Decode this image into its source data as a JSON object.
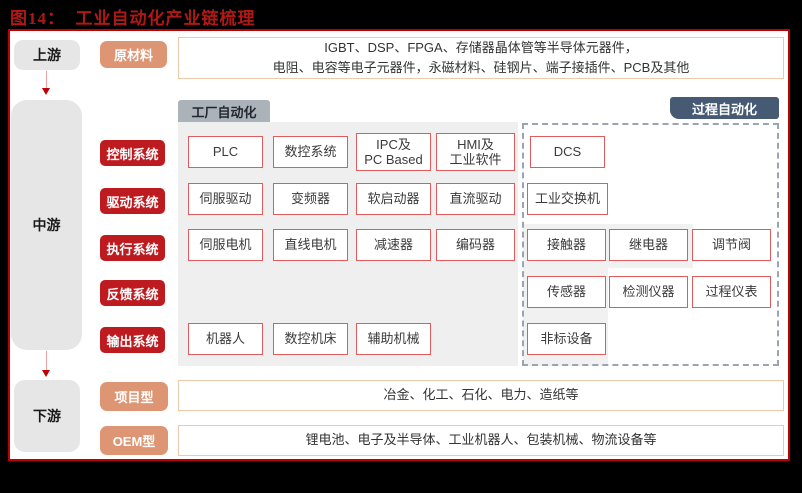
{
  "title": "图14：  工业自动化产业链梳理",
  "stages": {
    "upstream": "上游",
    "midstream": "中游",
    "downstream": "下游"
  },
  "side_labels": {
    "raw_materials": "原材料",
    "control": "控制系统",
    "drive": "驱动系统",
    "actuation": "执行系统",
    "feedback": "反馈系统",
    "output": "输出系统",
    "project": "项目型",
    "oem": "OEM型"
  },
  "section_headers": {
    "factory_automation": "工厂自动化",
    "process_automation": "过程自动化"
  },
  "upstream_materials": "IGBT、DSP、FPGA、存储器晶体管等半导体元器件，\n电阻、电容等电子元器件，永磁材料、硅钢片、端子接插件、PCB及其他",
  "components": {
    "control_fa": [
      "PLC",
      "数控系统",
      "IPC及\nPC Based",
      "HMI及\n工业软件"
    ],
    "control_pa": [
      "DCS"
    ],
    "drive_fa": [
      "伺服驱动",
      "变频器",
      "软启动器",
      "直流驱动"
    ],
    "drive_pa": [
      "工业交换机"
    ],
    "actuation_fa": [
      "伺服电机",
      "直线电机",
      "减速器",
      "编码器"
    ],
    "actuation_pa": [
      "接触器",
      "继电器",
      "调节阀"
    ],
    "feedback_pa": [
      "传感器",
      "检测仪器",
      "过程仪表"
    ],
    "output_fa": [
      "机器人",
      "数控机床",
      "辅助机械"
    ],
    "output_pa": [
      "非标设备"
    ]
  },
  "downstream_applications": {
    "project": "冶金、化工、石化、电力、造纸等",
    "oem": "锂电池、电子及半导体、工业机器人、包装机械、物流设备等"
  },
  "colors": {
    "accent_red": "#BE1B20",
    "title_red": "#B01815",
    "frame_red": "#C00000",
    "salmon": "#DD9573",
    "salmon_border": "#EFC9A9",
    "component_border": "#E05C5C",
    "factory_tab_gray": "#ACB2BA",
    "panel_gray": "#EFEFEF",
    "process_blue": "#475A73",
    "stage_gray": "#E6E6E6"
  }
}
